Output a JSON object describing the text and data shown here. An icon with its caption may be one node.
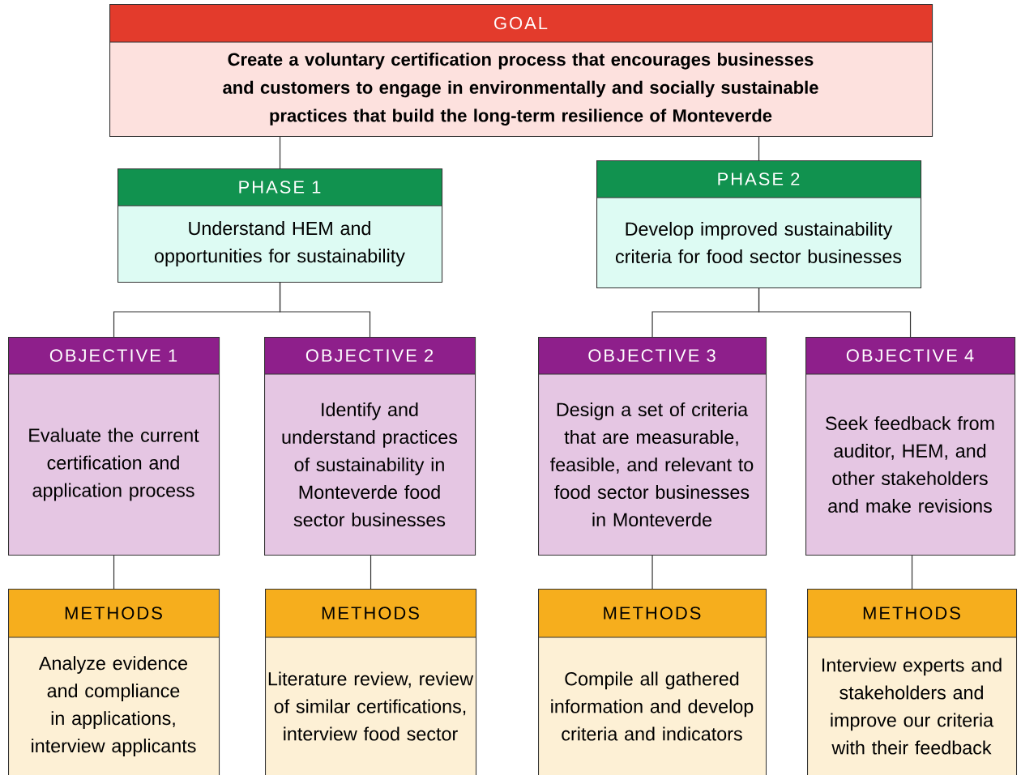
{
  "diagram": {
    "nodes": [
      {
        "text": [
          "GOAL",
          "Create a voluntary certification process that encourages businesses and customers to engage in environmentally and socially sustainable practices that build the long-term resilience of Monteverde"
        ]
      },
      {
        "text": [
          "PHASE 1",
          "Understand HEM and opportunities for sustainability"
        ]
      },
      {
        "text": [
          "PHASE 2",
          "Develop improved sustainability criteria for food sector businesses"
        ]
      },
      {
        "text": [
          "OBJECTIVE 1",
          "Evaluate the current certification and application process"
        ]
      },
      {
        "text": [
          "OBJECTIVE 2",
          "Identify and understand practices of sustainability in Monteverde food sector businesses"
        ]
      },
      {
        "text": [
          "OBJECTIVE 3",
          "Design a set of criteria that are measurable, feasible, and relevant to food sector businesses in Monteverde"
        ]
      },
      {
        "text": [
          "OBJECTIVE 4",
          "Seek feedback from auditor, HEM, and other stakeholders and make revisions"
        ]
      },
      {
        "text": [
          "METHODS",
          "Analyze evidence and compliance in applications, interview applicants"
        ]
      },
      {
        "text": [
          "METHODS",
          "Literature review, review of similar certifications, interview food sector"
        ]
      },
      {
        "text": [
          "METHODS",
          "Compile all gathered information and develop criteria and indicators"
        ]
      },
      {
        "text": [
          "METHODS",
          "Interview experts and stakeholders and improve our criteria with their feedback"
        ]
      }
    ],
    "edges": [
      {
        "from": 0,
        "to": 1,
        "arrow": "none"
      },
      {
        "from": 0,
        "to": 2,
        "arrow": "none"
      },
      {
        "from": 1,
        "to": 3,
        "arrow": "none"
      },
      {
        "from": 1,
        "to": 4,
        "arrow": "none"
      },
      {
        "from": 2,
        "to": 5,
        "arrow": "none"
      },
      {
        "from": 2,
        "to": 6,
        "arrow": "none"
      },
      {
        "from": 3,
        "to": 7,
        "arrow": "none"
      },
      {
        "from": 4,
        "to": 8,
        "arrow": "none"
      },
      {
        "from": 5,
        "to": 9,
        "arrow": "none"
      },
      {
        "from": 6,
        "to": 10,
        "arrow": "none"
      }
    ]
  }
}
